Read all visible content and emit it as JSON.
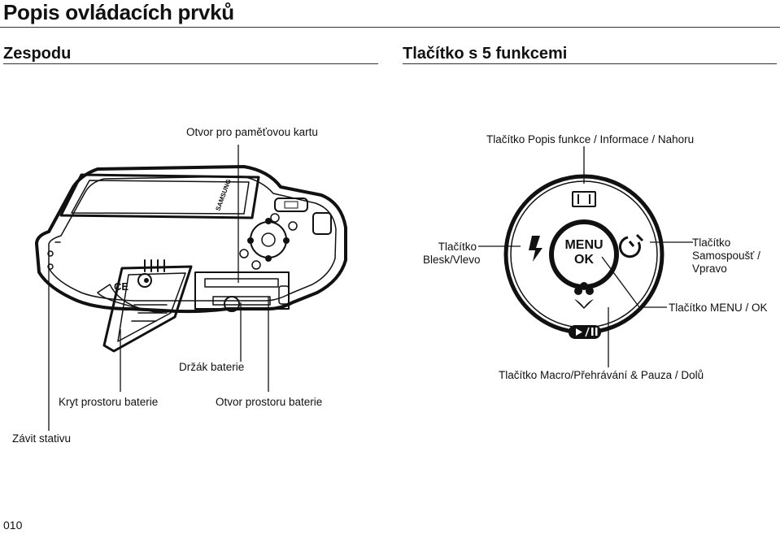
{
  "page": {
    "title": "Popis ovládacích prvků",
    "page_number": "010"
  },
  "bottom_section": {
    "heading": "Zespodu",
    "labels": {
      "memory_card_slot": "Otvor pro paměťovou kartu",
      "battery_holder": "Držák baterie",
      "battery_cover": "Kryt prostoru baterie",
      "battery_chamber": "Otvor prostoru baterie",
      "tripod_mount": "Závit stativu"
    },
    "camera_brand": "SAMSUNG"
  },
  "button_section": {
    "heading": "Tlačítko s 5 funkcemi",
    "labels": {
      "up": "Tlačítko Popis funkce / Informace / Nahoru",
      "left_line1": "Tlačítko",
      "left_line2": "Blesk/Vlevo",
      "right_line1": "Tlačítko",
      "right_line2": "Samospoušť /",
      "right_line3": "Vpravo",
      "menu_ok": "Tlačítko MENU / OK",
      "down": "Tlačítko Macro/Přehrávání & Pauza / Dolů"
    },
    "center_button_top": "MENU",
    "center_button_bottom": "OK"
  }
}
